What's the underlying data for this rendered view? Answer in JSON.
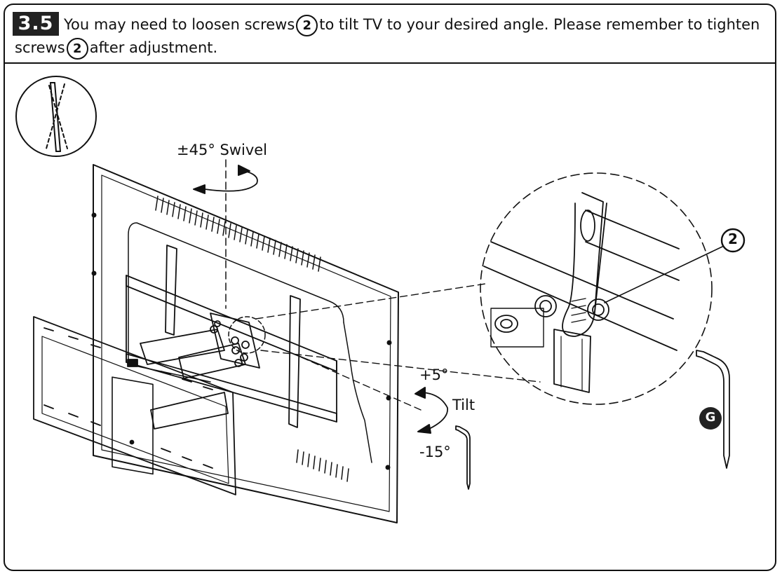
{
  "step": {
    "number": "3.5",
    "text_part1": "You may need to loosen screws",
    "text_part2": "to tilt TV to your desired angle. Please remember to tighten screws",
    "text_part3": "after adjustment.",
    "screw_ref": "2"
  },
  "diagram": {
    "swivel_label": "±45° Swivel",
    "tilt_label": "Tilt",
    "tilt_up": "+5°",
    "tilt_down": "-15°",
    "callout_ref": "2",
    "tool_ref": "G"
  }
}
